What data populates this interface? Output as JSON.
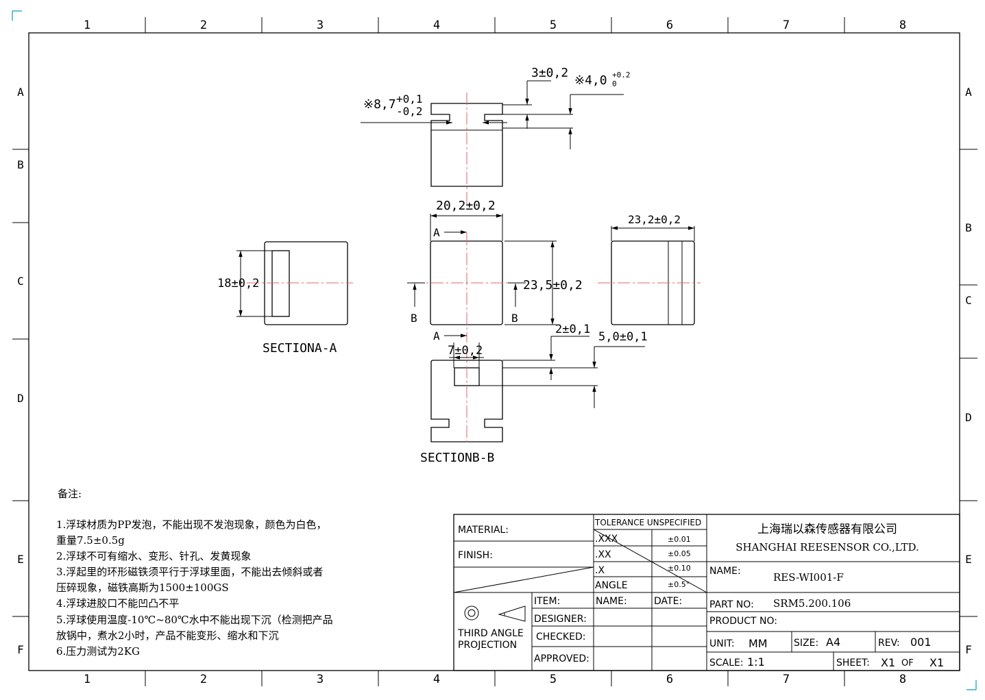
{
  "border": {
    "columns": [
      "1",
      "2",
      "3",
      "4",
      "5",
      "6",
      "7",
      "8"
    ],
    "rows_left": [
      "A",
      "B",
      "C",
      "D",
      "E",
      "F"
    ],
    "rows_right": [
      "A",
      "B",
      "C",
      "D",
      "E",
      "F"
    ]
  },
  "dimensions": {
    "top_width": "※8,7",
    "top_width_tol_upper": "+0,1",
    "top_width_tol_lower": "-0,2",
    "top_groove": "3±0,2",
    "top_flange": "※4,0",
    "top_flange_tol_upper": "+0.2",
    "top_flange_tol_lower": "0",
    "front_width": "20,2±0,2",
    "front_height": "23,5±0,2",
    "side_width": "23,2±0,2",
    "section_a_height": "18±0,2",
    "magnet_width": "7±0,2",
    "magnet_thk": "2±0,1",
    "magnet_depth": "5,0±0,1",
    "cut_a": "A",
    "cut_b": "B"
  },
  "section_labels": {
    "a": "SECTIONA-A",
    "b": "SECTIONB-B"
  },
  "notes": {
    "title": "备注:",
    "lines": [
      "1.浮球材质为PP发泡，不能出现不发泡现象，颜色为白色，",
      "重量7.5±0.5g",
      "2.浮球不可有缩水、变形、针孔、发黄现象",
      "3.浮起里的环形磁铁须平行于浮球里面，不能出去倾斜或者",
      "压碎现象，磁铁高斯为1500±100GS",
      "4.浮球进胶口不能凹凸不平",
      "5.浮球使用温度-10℃~80℃水中不能出现下沉（检测把产品",
      "放锅中，煮水2小时，产品不能变形、缩水和下沉",
      "6.压力测试为2KG"
    ]
  },
  "title_block": {
    "material_label": "MATERIAL:",
    "finish_label": "FINISH:",
    "tolerance_header": "TOLERANCE UNSPECIFIED",
    "tolerances": [
      {
        "label": ".XXX",
        "value": "±0.01"
      },
      {
        "label": ".XX",
        "value": "±0.05"
      },
      {
        "label": ".X",
        "value": "±0.10"
      },
      {
        "label": "ANGLE",
        "value": "±0.5°"
      }
    ],
    "company_cn": "上海瑞以森传感器有限公司",
    "company_en": "SHANGHAI REESENSOR CO.,LTD.",
    "name_label": "NAME:",
    "name_value": "RES-WI001-F",
    "part_no_label": "PART NO:",
    "part_no_value": "SRM5.200.106",
    "product_no_label": "PRODUCT NO:",
    "unit_label": "UNIT:",
    "unit_value": "MM",
    "size_label": "SIZE:",
    "size_value": "A4",
    "rev_label": "REV:",
    "rev_value": "001",
    "scale_label": "SCALE:",
    "scale_value": "1:1",
    "sheet_label": "SHEET:",
    "sheet_value": "X1",
    "sheet_of": "OF",
    "sheet_total": "X1",
    "projection_line1": "THIRD ANGLE",
    "projection_line2": "PROJECTION",
    "item_label": "ITEM:",
    "name_col_label": "NAME:",
    "date_col_label": "DATE:",
    "designer_label": "DESIGNER:",
    "checked_label": "CHECKED:",
    "approved_label": "APPROVED:"
  }
}
